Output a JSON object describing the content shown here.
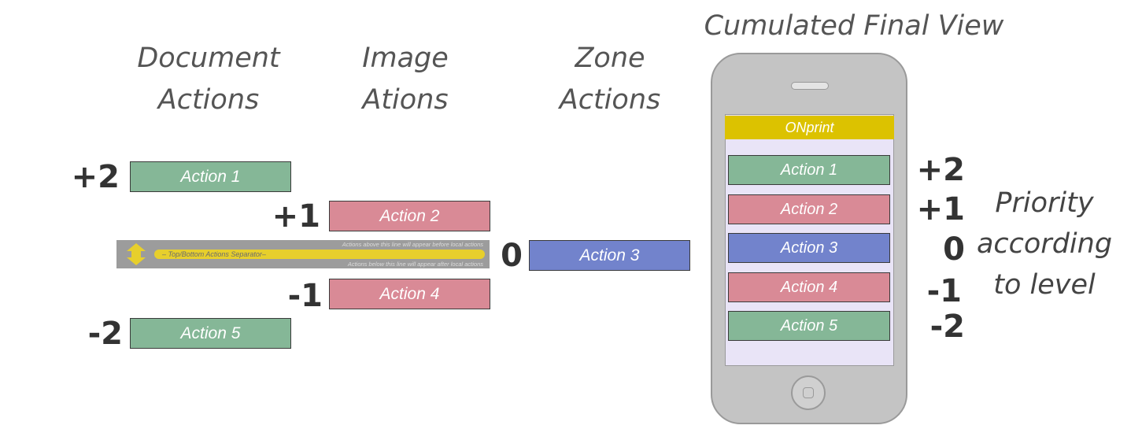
{
  "columns": {
    "document": {
      "line1": "Document",
      "line2": "Actions"
    },
    "image": {
      "line1": "Image",
      "line2": "Ations"
    },
    "zone": {
      "line1": "Zone",
      "line2": "Actions"
    },
    "final_view_title": "Cumulated Final View"
  },
  "actions": [
    {
      "label": "Action 1",
      "level": "+2"
    },
    {
      "label": "Action 2",
      "level": "+1"
    },
    {
      "label": "Action 3",
      "level": "0"
    },
    {
      "label": "Action 4",
      "level": "-1"
    },
    {
      "label": "Action 5",
      "level": "-2"
    }
  ],
  "separator": {
    "label": "– Top/Bottom Actions Separator–",
    "note_above": "Actions above this line will appear before local actions",
    "note_below": "Actions below this line will appear after local actions"
  },
  "phone": {
    "header": "ONprint",
    "items": [
      "Action 1",
      "Action 2",
      "Action 3",
      "Action 4",
      "Action 5"
    ]
  },
  "right_levels": [
    "+2",
    "+1",
    "0",
    "-1",
    "-2"
  ],
  "priority": {
    "line1": "Priority",
    "line2": "according",
    "line3": "to level"
  },
  "colors": {
    "green": "#85b797",
    "pink": "#d98a96",
    "blue": "#7283cc",
    "onprint_header": "#dcc200",
    "separator_bar": "#e7cf2c"
  }
}
